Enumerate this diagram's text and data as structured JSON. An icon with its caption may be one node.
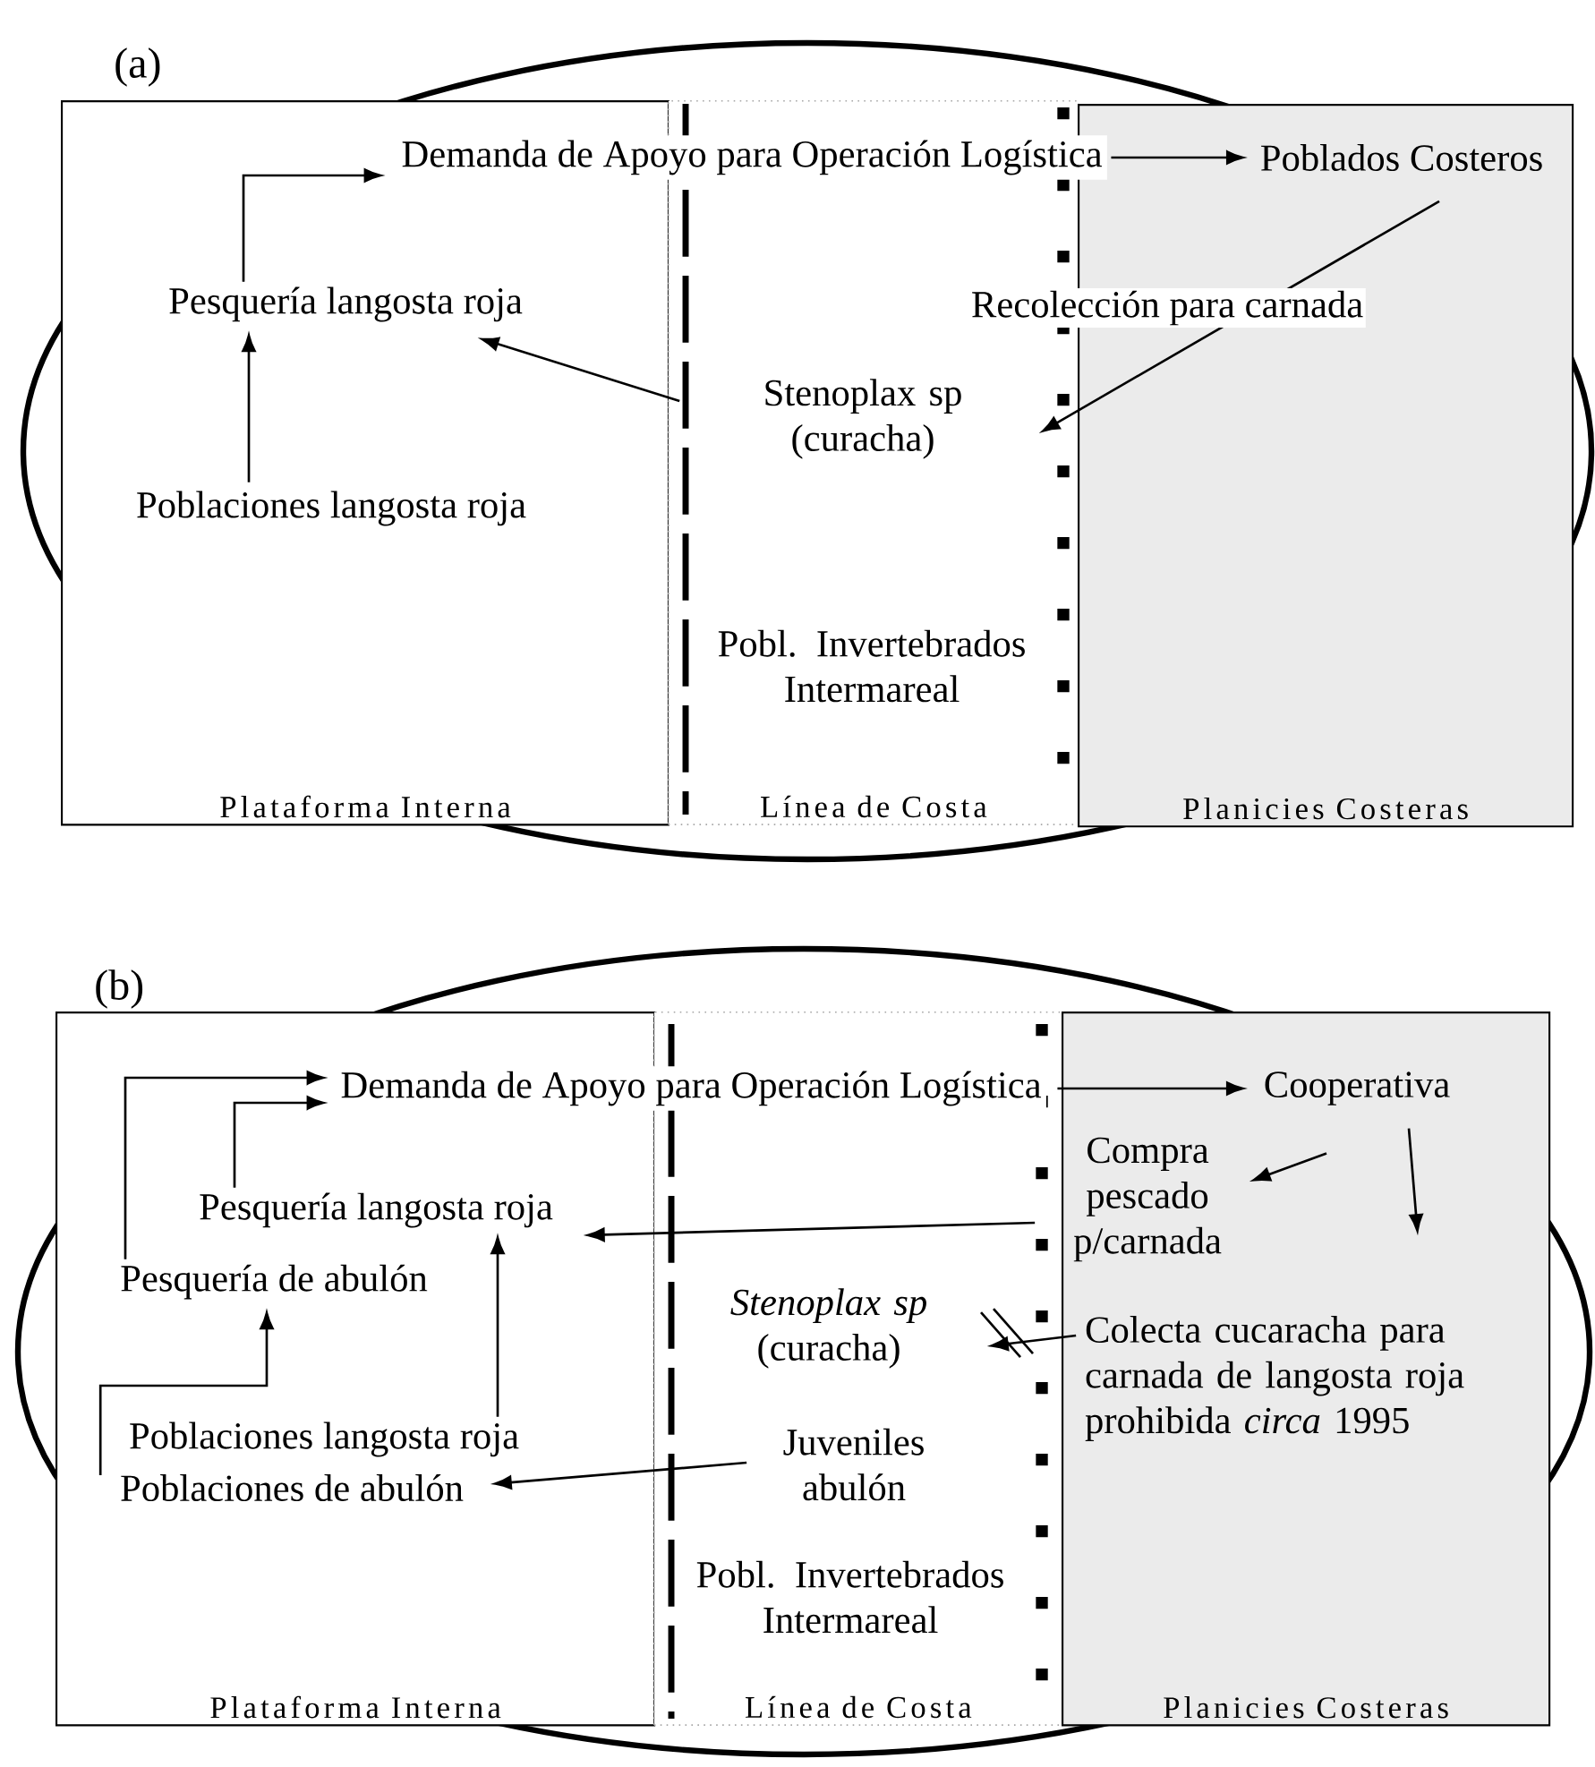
{
  "diagram": {
    "nodes": [
      {
        "text": [
          "Plataforma Interna"
        ]
      },
      {
        "text": [
          "Línea de Costa"
        ]
      },
      {
        "text": [
          "Planicies Costeras"
        ]
      },
      {
        "text": [
          "Demanda de Apoyo para Operación Logística"
        ]
      },
      {
        "text": [
          "Poblados Costeros"
        ],
        "in": 2
      },
      {
        "text": [
          "Pesquería langosta roja"
        ],
        "in": 0
      },
      {
        "text": [
          "Poblaciones langosta roja"
        ],
        "in": 0
      },
      {
        "text": [
          "Stenoplax sp (curacha)"
        ],
        "in": 1
      },
      {
        "text": [
          "Pobl. Invertebrados Intermareal"
        ],
        "in": 1
      },
      {
        "text": [
          "Plataforma Interna"
        ]
      },
      {
        "text": [
          "Línea de Costa"
        ]
      },
      {
        "text": [
          "Planicies Costeras"
        ]
      },
      {
        "text": [
          "Demanda de Apoyo para Operación Logística"
        ]
      },
      {
        "text": [
          "Cooperativa"
        ],
        "in": 11
      },
      {
        "text": [
          "Compra pescado p/carnada"
        ],
        "in": 11
      },
      {
        "text": [
          "Pesquería langosta roja"
        ],
        "in": 9
      },
      {
        "text": [
          "Pesquería de abulón"
        ],
        "in": 9
      },
      {
        "text": [
          "*Stenoplax sp* (curacha)"
        ],
        "in": 10
      },
      {
        "text": [
          "Colecta cucaracha para carnada de langosta roja prohibida *circa* 1995"
        ],
        "in": 11
      },
      {
        "text": [
          "Poblaciones langosta roja"
        ],
        "in": 9
      },
      {
        "text": [
          "Poblaciones de abulón"
        ],
        "in": 9
      },
      {
        "text": [
          "Juveniles abulón"
        ],
        "in": 10
      },
      {
        "text": [
          "Pobl. Invertebrados Intermareal"
        ],
        "in": 10
      }
    ],
    "edges": [
      {
        "from": 5,
        "to": 3,
        "arrow": "to"
      },
      {
        "from": 3,
        "to": 4,
        "arrow": "to"
      },
      {
        "from": 4,
        "to": 7,
        "arrow": "to",
        "label": "Recolección para carnada"
      },
      {
        "from": 7,
        "to": 5,
        "arrow": "to"
      },
      {
        "from": 6,
        "to": 5,
        "arrow": "to"
      },
      {
        "from": 15,
        "to": 12,
        "arrow": "to"
      },
      {
        "from": 16,
        "to": 12,
        "arrow": "to"
      },
      {
        "from": 12,
        "to": 13,
        "arrow": "to"
      },
      {
        "from": 13,
        "to": 14,
        "arrow": "to"
      },
      {
        "from": 13,
        "to": 18,
        "arrow": "to"
      },
      {
        "from": 14,
        "to": 15,
        "arrow": "to"
      },
      {
        "from": 18,
        "to": 17,
        "arrow": "to"
      },
      {
        "from": 20,
        "to": 16,
        "arrow": "to"
      },
      {
        "from": 19,
        "to": 15,
        "arrow": "to"
      },
      {
        "from": 21,
        "to": 20,
        "arrow": "to"
      }
    ],
    "labels": [
      "(a)",
      "(b)"
    ]
  }
}
